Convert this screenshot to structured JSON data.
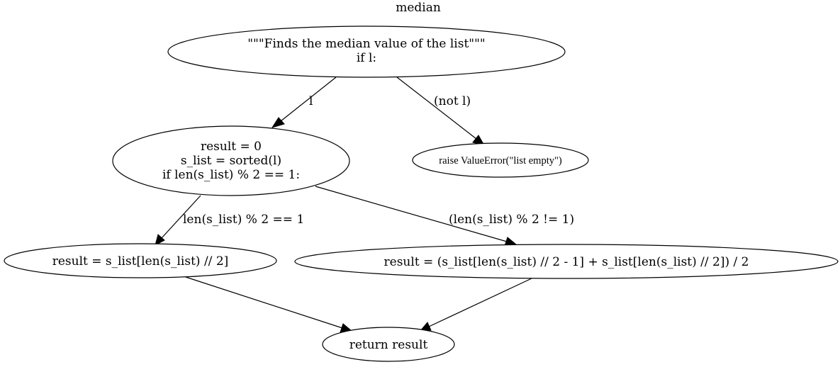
{
  "title": "median",
  "nodes": {
    "entry": {
      "lines": [
        "\"\"\"Finds the median value of the list\"\"\"",
        "if l:"
      ]
    },
    "init": {
      "lines": [
        "result = 0",
        "s_list = sorted(l)",
        "if len(s_list) % 2 == 1:"
      ]
    },
    "raise": {
      "lines": [
        "raise ValueError(\"list empty\")"
      ]
    },
    "odd": {
      "lines": [
        "result = s_list[len(s_list) // 2]"
      ]
    },
    "even": {
      "lines": [
        "result = (s_list[len(s_list) // 2 - 1] + s_list[len(s_list) // 2]) / 2"
      ]
    },
    "ret": {
      "lines": [
        "return result"
      ]
    }
  },
  "edges": {
    "entry_init": {
      "label": "l"
    },
    "entry_raise": {
      "label": "(not l)"
    },
    "init_odd": {
      "label": "len(s_list) % 2 == 1"
    },
    "init_even": {
      "label": "(len(s_list) % 2 != 1)"
    },
    "odd_ret": {
      "label": ""
    },
    "even_ret": {
      "label": ""
    }
  }
}
